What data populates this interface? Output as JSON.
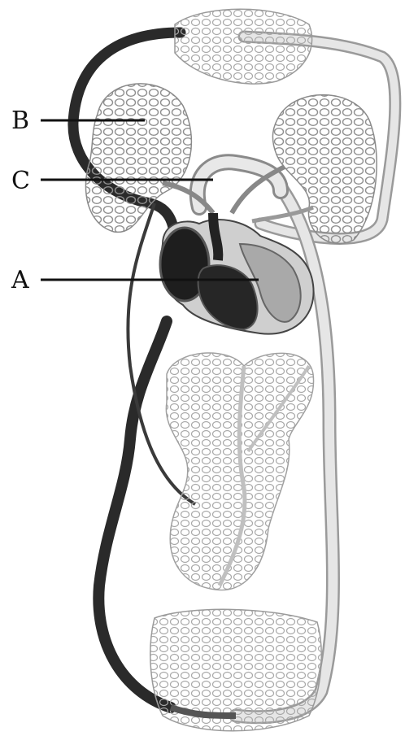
{
  "labels": {
    "a": "A",
    "b": "B",
    "c": "C"
  },
  "colors": {
    "vein_dark": "#2a2a2a",
    "artery_light": "#dcdcdc",
    "capillary_mesh": "#b5b5b5",
    "heart_dark": "#1e1e1e",
    "outline": "#555555"
  }
}
